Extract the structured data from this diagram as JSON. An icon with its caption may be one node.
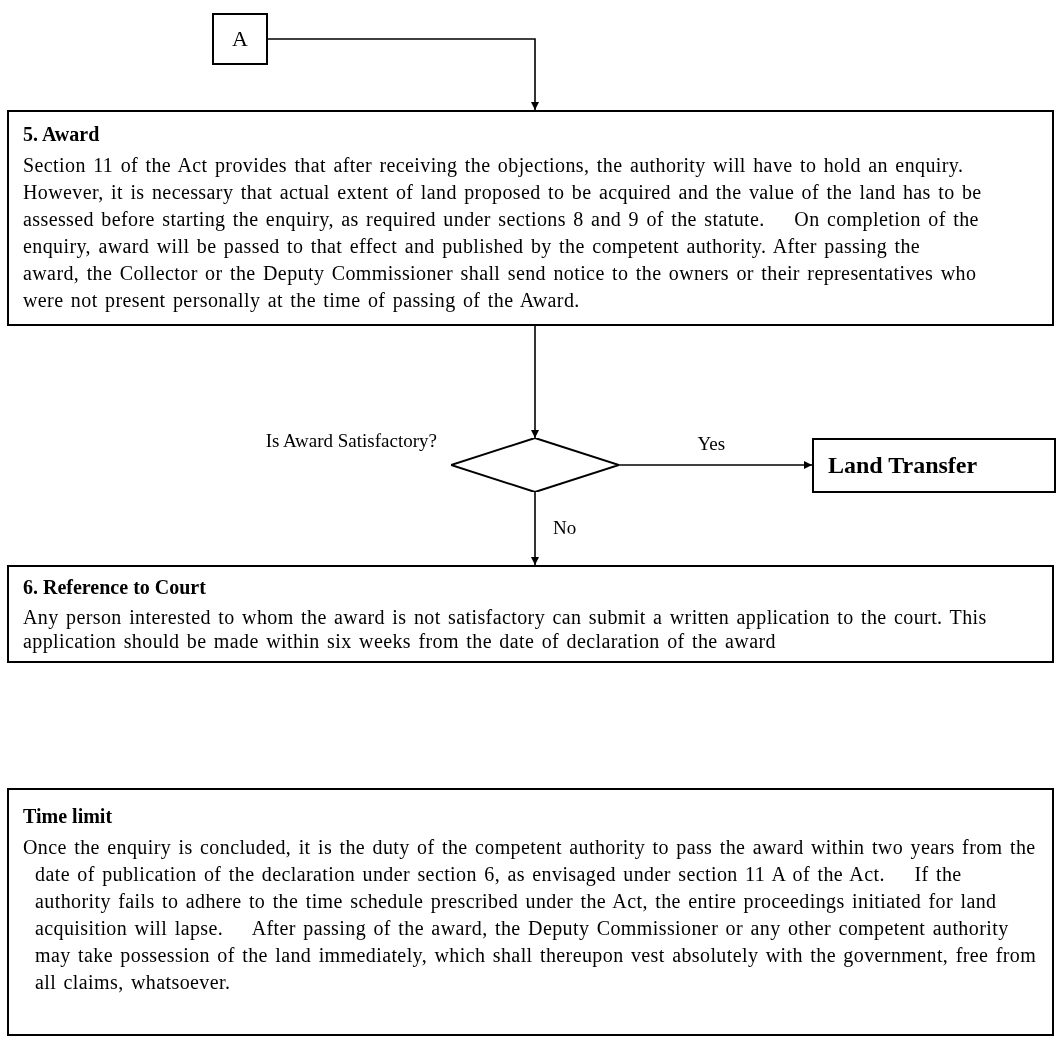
{
  "diagram": {
    "nodes": [
      {
        "text": [
          "A"
        ]
      },
      {
        "text": [
          "5. Award",
          "Section 11 of the Act provides that after receiving the objections, the authority will have to hold an enquiry.    However, it is necessary that actual extent of land proposed to be acquired and the value of the land has to be assessed before starting the enquiry, as required under sections 8 and 9 of the statute.    On completion of the enquiry, award will be passed to that effect and published by the competent authority. After passing the award, the Collector or the Deputy Commissioner shall send notice to the owners or their representatives who were not present personally at the time of passing of the Award."
        ]
      },
      {
        "text": [],
        "shape": "diamond",
        "beside": [
          "Is Award Satisfactory?"
        ]
      },
      {
        "text": [
          "Land Transfer"
        ]
      },
      {
        "text": [
          "6. Reference to Court",
          "Any person interested to whom the award is not satisfactory can submit a written application to the court. This application should be made within six weeks from the date of declaration of the award"
        ]
      },
      {
        "text": [
          "Time limit",
          "Once the enquiry is concluded, it is the duty of the competent authority to pass the award within two years from the date of publication of the declaration under section 6, as envisaged under section 11 A of the Act.    If the authority fails to adhere to the time schedule prescribed under the Act, the entire proceedings initiated for land acquisition will lapse.    After passing of the award, the Deputy Commissioner or any other competent authority may take possession of the land immediately, which shall thereupon vest absolutely with the government, free from all claims, whatsoever."
        ]
      }
    ],
    "edges": [
      {
        "from": 0,
        "to": 1,
        "arrow": "to"
      },
      {
        "from": 1,
        "to": 2,
        "arrow": "to"
      },
      {
        "from": 2,
        "to": 3,
        "arrow": "to",
        "label": "Yes"
      },
      {
        "from": 2,
        "to": 4,
        "arrow": "to",
        "label": "No"
      }
    ]
  }
}
